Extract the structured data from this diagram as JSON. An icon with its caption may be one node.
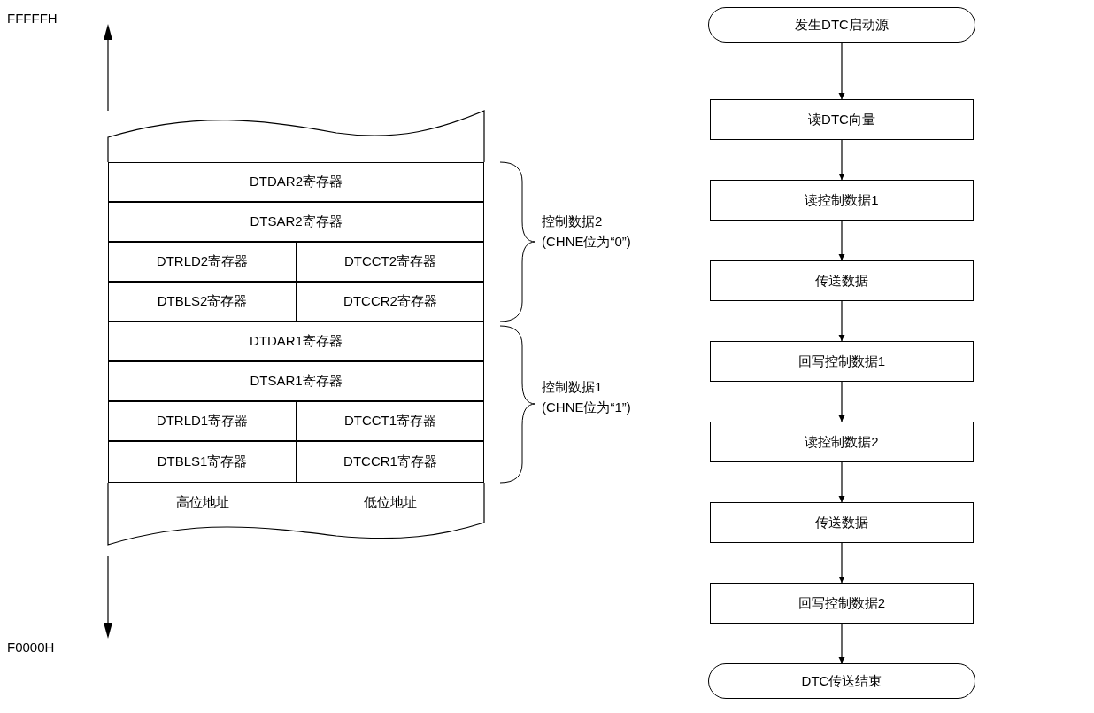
{
  "diagram": {
    "nodes": [
      {
        "text": [
          "DTDAR2寄存器"
        ]
      },
      {
        "text": [
          "DTSAR2寄存器"
        ]
      },
      {
        "text": [
          "DTRLD2寄存器"
        ]
      },
      {
        "text": [
          "DTCCT2寄存器"
        ]
      },
      {
        "text": [
          "DTBLS2寄存器"
        ]
      },
      {
        "text": [
          "DTCCR2寄存器"
        ]
      },
      {
        "text": [
          "DTDAR1寄存器"
        ]
      },
      {
        "text": [
          "DTSAR1寄存器"
        ]
      },
      {
        "text": [
          "DTRLD1寄存器"
        ]
      },
      {
        "text": [
          "DTCCT1寄存器"
        ]
      },
      {
        "text": [
          "DTBLS1寄存器"
        ]
      },
      {
        "text": [
          "DTCCR1寄存器"
        ]
      },
      {
        "text": [
          "高位地址"
        ]
      },
      {
        "text": [
          "低位地址"
        ]
      },
      {
        "text": [
          "发生DTC启动源"
        ]
      },
      {
        "text": [
          "读DTC向量"
        ]
      },
      {
        "text": [
          "读控制数据1"
        ]
      },
      {
        "text": [
          "传送数据"
        ]
      },
      {
        "text": [
          "回写控制数据1"
        ]
      },
      {
        "text": [
          "读控制数据2"
        ]
      },
      {
        "text": [
          "传送数据"
        ]
      },
      {
        "text": [
          "回写控制数据2"
        ]
      },
      {
        "text": [
          "DTC传送结束"
        ]
      }
    ],
    "edges": [
      {
        "from": 14,
        "to": 15,
        "arrow": "to"
      },
      {
        "from": 15,
        "to": 16,
        "arrow": "to"
      },
      {
        "from": 16,
        "to": 17,
        "arrow": "to"
      },
      {
        "from": 17,
        "to": 18,
        "arrow": "to"
      },
      {
        "from": 18,
        "to": 19,
        "arrow": "to"
      },
      {
        "from": 19,
        "to": 20,
        "arrow": "to"
      },
      {
        "from": 20,
        "to": 21,
        "arrow": "to"
      },
      {
        "from": 21,
        "to": 22,
        "arrow": "to"
      }
    ],
    "labels": [
      "FFFFFH",
      "控制数据2",
      "(CHNE位为“0”)",
      "控制数据1",
      "(CHNE位为“1”)",
      "F0000H"
    ]
  }
}
